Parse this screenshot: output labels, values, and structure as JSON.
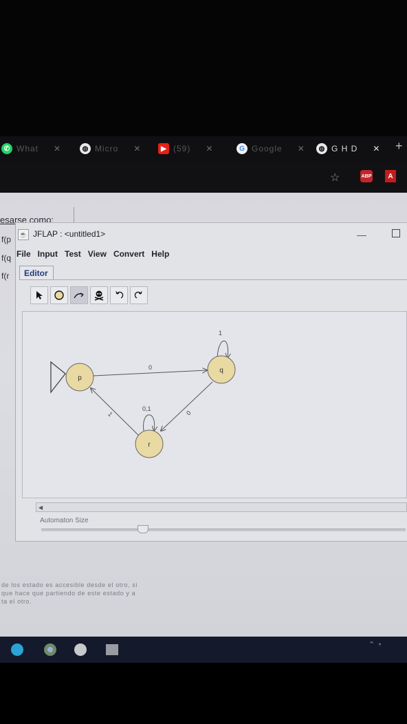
{
  "browser": {
    "tabs": [
      {
        "label": "What",
        "icon": "whatsapp-icon",
        "color": "#25d366",
        "glyph": "✆"
      },
      {
        "label": "Micro",
        "icon": "globe-icon",
        "color": "#e8e8ea",
        "glyph": "◍"
      },
      {
        "label": "(59)",
        "icon": "youtube-icon",
        "color": "#e62117",
        "glyph": "▶"
      },
      {
        "label": "Google",
        "icon": "google-icon",
        "color": "#f1f1f1",
        "glyph": "G"
      },
      {
        "label": "G H D",
        "icon": "globe-icon",
        "color": "#e8e8ea",
        "glyph": "◍"
      }
    ],
    "new_tab": "+",
    "extensions": {
      "abp": "ABP",
      "pdf": "A"
    }
  },
  "document": {
    "heading": "esarse como:",
    "f_lines": [
      "f(p",
      "f(q",
      "f(r"
    ],
    "body_lines": [
      "de los estado es accesible desde el otro, si",
      "que hace que partiendo de este estado y a",
      "ta el otro."
    ]
  },
  "jflap": {
    "title": "JFLAP : <untitled1>",
    "menu": [
      "File",
      "Input",
      "Test",
      "View",
      "Convert",
      "Help"
    ],
    "tab": "Editor",
    "tools": [
      "pointer-tool",
      "state-tool",
      "transition-tool",
      "delete-tool",
      "undo-tool",
      "redo-tool"
    ],
    "automaton_size_label": "Automaton Size",
    "automaton_size_value": 0.28
  },
  "automaton": {
    "states": [
      {
        "id": "p",
        "label": "p",
        "initial": true
      },
      {
        "id": "q",
        "label": "q",
        "initial": false
      },
      {
        "id": "r",
        "label": "r",
        "initial": false
      }
    ],
    "transitions": [
      {
        "from": "p",
        "to": "q",
        "label": "0"
      },
      {
        "from": "q",
        "to": "q",
        "label": "1"
      },
      {
        "from": "q",
        "to": "r",
        "label": "0"
      },
      {
        "from": "r",
        "to": "r",
        "label": "0,1"
      },
      {
        "from": "r",
        "to": "p",
        "label": "1"
      }
    ],
    "state_fill": "#e9d9a2"
  }
}
